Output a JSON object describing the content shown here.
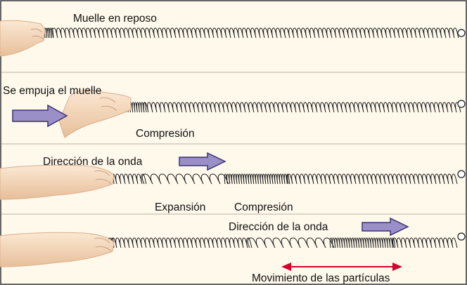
{
  "labels": {
    "rest": "Muelle en reposo",
    "pushed": "Se empuja el muelle",
    "compression1": "Compresión",
    "wave_direction1": "Dirección de la onda",
    "expansion": "Expansión",
    "compression2": "Compresión",
    "wave_direction2": "Dirección de la onda",
    "particle_motion": "Movimiento de las partículas"
  },
  "colors": {
    "background": "#ffffff",
    "panel_background": "#fff9ec",
    "border": "#333333",
    "spring": "#1a1a1a",
    "arrow_fill": "#9a8fc6",
    "arrow_stroke": "#3a3472",
    "particle_arrow": "#d6002a",
    "skin": "#f6dcc0",
    "skin_shade": "#d9ae8a"
  },
  "icons": {
    "hand": "hand-icon",
    "wave_arrow": "right-arrow-icon",
    "particle_arrow": "double-headed-arrow-icon",
    "spring_end": "ring-icon"
  }
}
